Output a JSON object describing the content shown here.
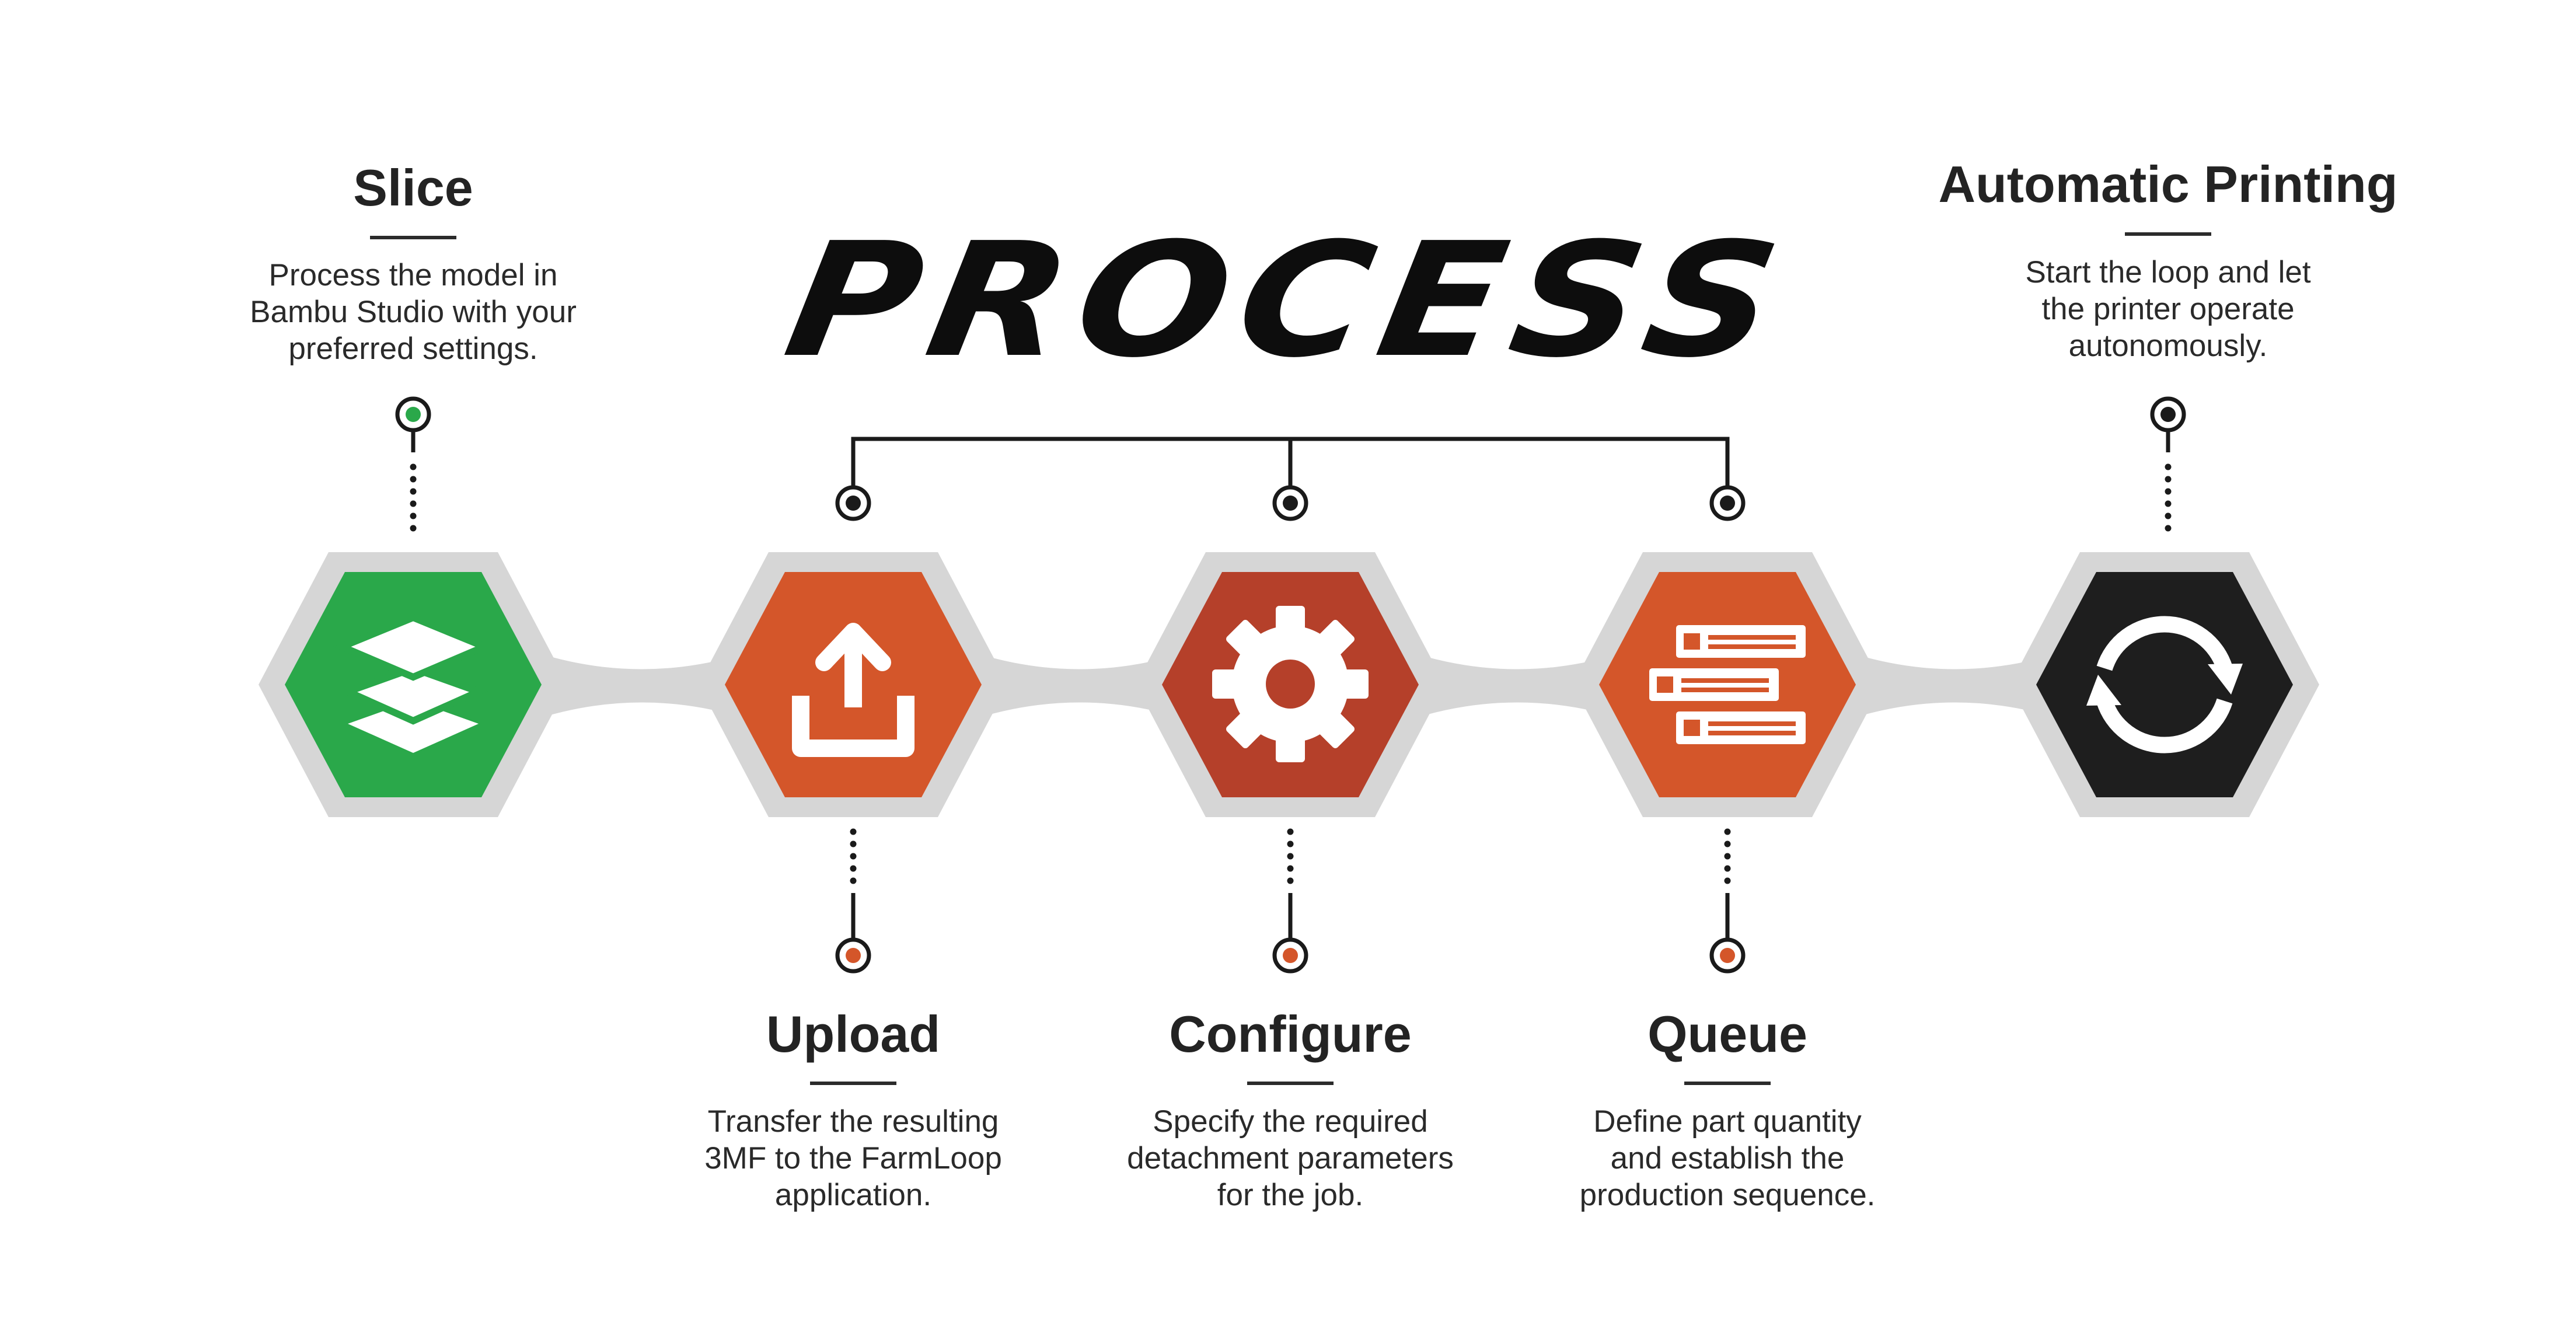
{
  "title": "PROCESS",
  "colors": {
    "green": "#2aa84a",
    "orange": "#d4562a",
    "dark_orange": "#b5402a",
    "black": "#1e1e1e",
    "halo": "#d6d6d6",
    "ink": "#1a1a1a"
  },
  "steps": [
    {
      "title": "Slice",
      "desc_lines": [
        "Process the model in",
        "Bambu Studio with your",
        "preferred settings."
      ],
      "icon": "layers-icon",
      "color": "green",
      "dot_color": "#2aa84a"
    },
    {
      "title": "Upload",
      "desc_lines": [
        "Transfer the resulting",
        "3MF to the FarmLoop",
        "application."
      ],
      "icon": "upload-icon",
      "color": "orange",
      "dot_color": "#d4562a"
    },
    {
      "title": "Configure",
      "desc_lines": [
        "Specify the required",
        "detachment parameters",
        "for the job."
      ],
      "icon": "gear-icon",
      "color": "dark_orange",
      "dot_color": "#d4562a"
    },
    {
      "title": "Queue",
      "desc_lines": [
        "Define part quantity",
        "and establish the",
        "production sequence."
      ],
      "icon": "queue-list-icon",
      "color": "orange",
      "dot_color": "#d4562a"
    },
    {
      "title": "Automatic Printing",
      "desc_lines": [
        "Start the loop and let",
        "the printer operate",
        "autonomously."
      ],
      "icon": "refresh-cycle-icon",
      "color": "black",
      "dot_color": "#1a1a1a"
    }
  ]
}
